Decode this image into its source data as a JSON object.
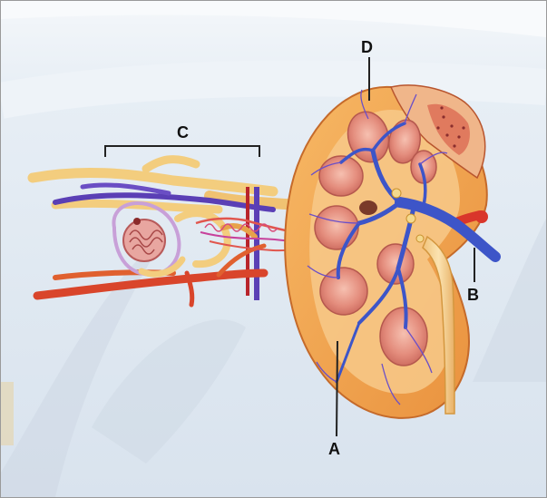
{
  "labels": {
    "a": "A",
    "b": "B",
    "c": "C",
    "d": "D"
  },
  "colors": {
    "background": "#e3ebf3",
    "watermark": "#c9d3e0",
    "kidney_cortex": "#f2a85a",
    "pyramid": "#e0857a",
    "vein": "#3d55c8",
    "artery": "#d9362b",
    "ureter": "#f1c37a",
    "nephron_tubule": "#f5c66e"
  }
}
